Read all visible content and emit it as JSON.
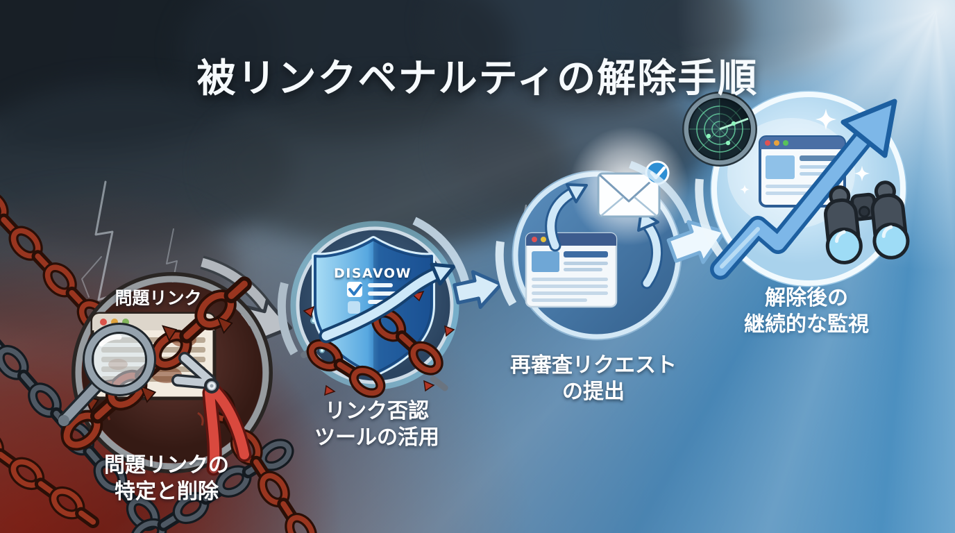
{
  "title": "被リンクペナルティの解除手順",
  "steps": [
    {
      "name": "identify-and-remove",
      "badge": "問題リンク",
      "caption": {
        "line1": "問題リンクの",
        "line2": "特定と削除"
      }
    },
    {
      "name": "disavow-tool",
      "shield_label": "DISAVOW",
      "caption": {
        "line1": "リンク否認",
        "line2": "ツールの活用"
      }
    },
    {
      "name": "reconsideration-request",
      "caption": {
        "line1": "再審査リクエスト",
        "line2": "の提出"
      }
    },
    {
      "name": "ongoing-monitoring",
      "caption": {
        "line1": "解除後の",
        "line2": "継続的な監視"
      }
    }
  ],
  "icons": {
    "step1": [
      "browser-window-icon",
      "magnifier-icon",
      "thorny-chain-icon",
      "wire-cutter-icon"
    ],
    "step2": [
      "shield-icon",
      "checklist-icon",
      "swoosh-arrow-icon",
      "broken-chain-icon"
    ],
    "step3": [
      "browser-window-icon",
      "refresh-arrows-icon",
      "envelope-icon",
      "check-badge-icon"
    ],
    "step4": [
      "radar-icon",
      "browser-window-icon",
      "growth-arrow-icon",
      "binoculars-icon",
      "sparkle-icon"
    ],
    "background": [
      "storm-clouds",
      "lightning-icon",
      "chain-icon",
      "light-rays"
    ]
  },
  "colors": {
    "title_text": "#f6fafd",
    "caption_text": "#ffffff",
    "chain_red": "#99351f",
    "chain_gray": "#4e5863",
    "shield_blue": "#2d74ba",
    "disavow_glow": "#aee9fa",
    "check_badge": "#2e8fd4",
    "growth_arrow": "#5a9bd8",
    "storm_dark": "#1d262f",
    "sky_light": "#bfe3f7",
    "danger_red": "#7a1c10"
  }
}
